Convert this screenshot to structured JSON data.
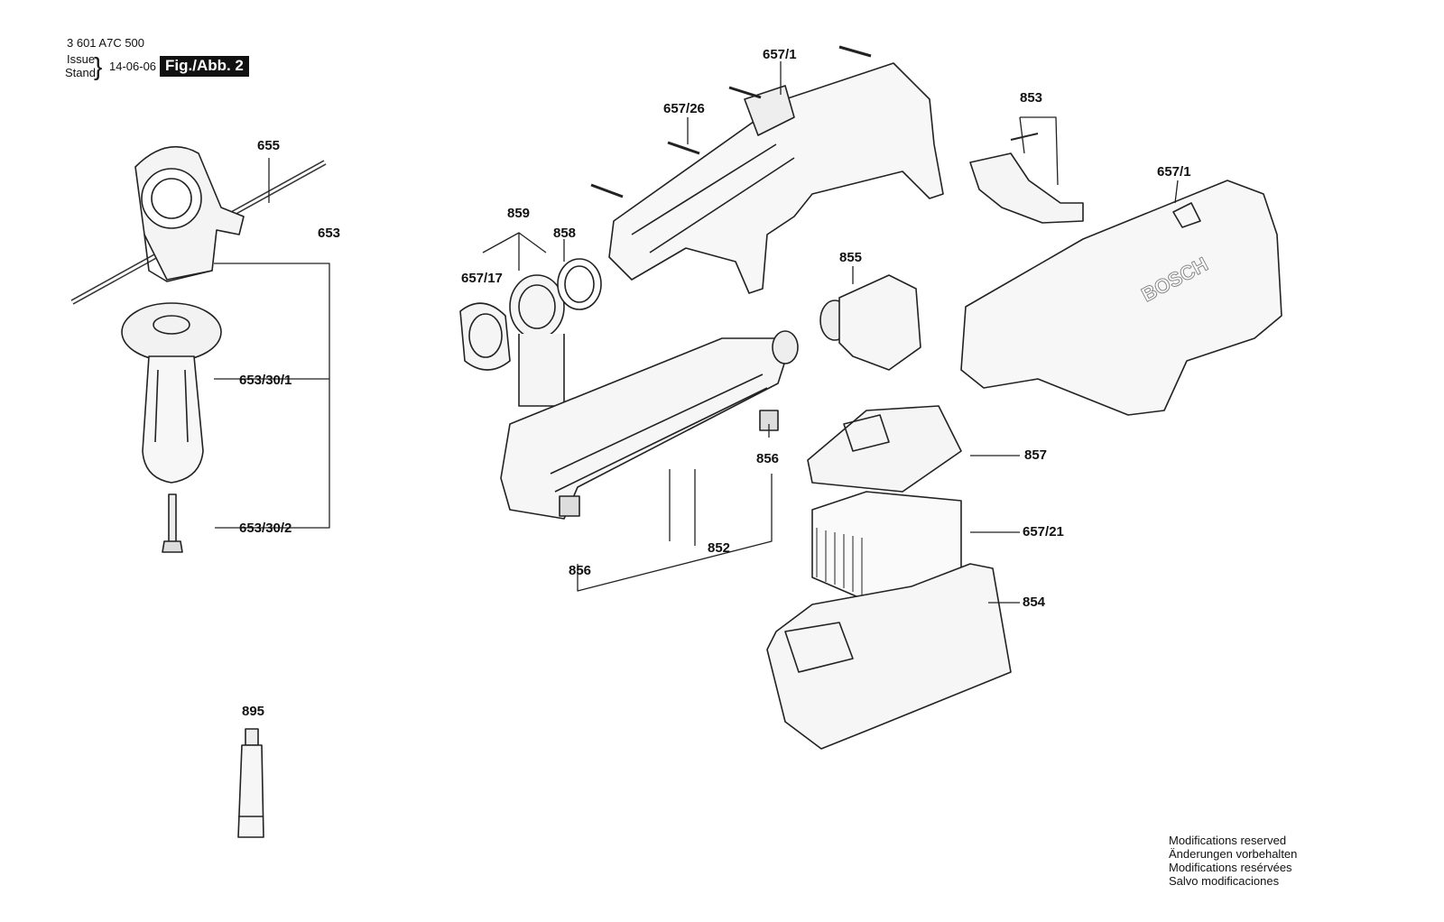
{
  "header": {
    "part_number": "3 601 A7C 500",
    "issue_label": "Issue",
    "stand_label": "Stand",
    "date": "14-06-06",
    "figure": "Fig./Abb. 2"
  },
  "callouts": {
    "c655": "655",
    "c653": "653",
    "c653_30_1": "653/30/1",
    "c653_30_2": "653/30/2",
    "c895": "895",
    "c657_1_top": "657/1",
    "c657_26": "657/26",
    "c859": "859",
    "c858": "858",
    "c657_17": "657/17",
    "c853": "853",
    "c657_1_right": "657/1",
    "c855": "855",
    "c856_upper": "856",
    "c856_lower": "856",
    "c852": "852",
    "c857": "857",
    "c657_21": "657/21",
    "c854": "854"
  },
  "housing_brand": "BOSCH",
  "modifications": [
    "Modifications reserved",
    "Änderungen vorbehalten",
    "Modifications resérvées",
    "Salvo modificaciones"
  ]
}
